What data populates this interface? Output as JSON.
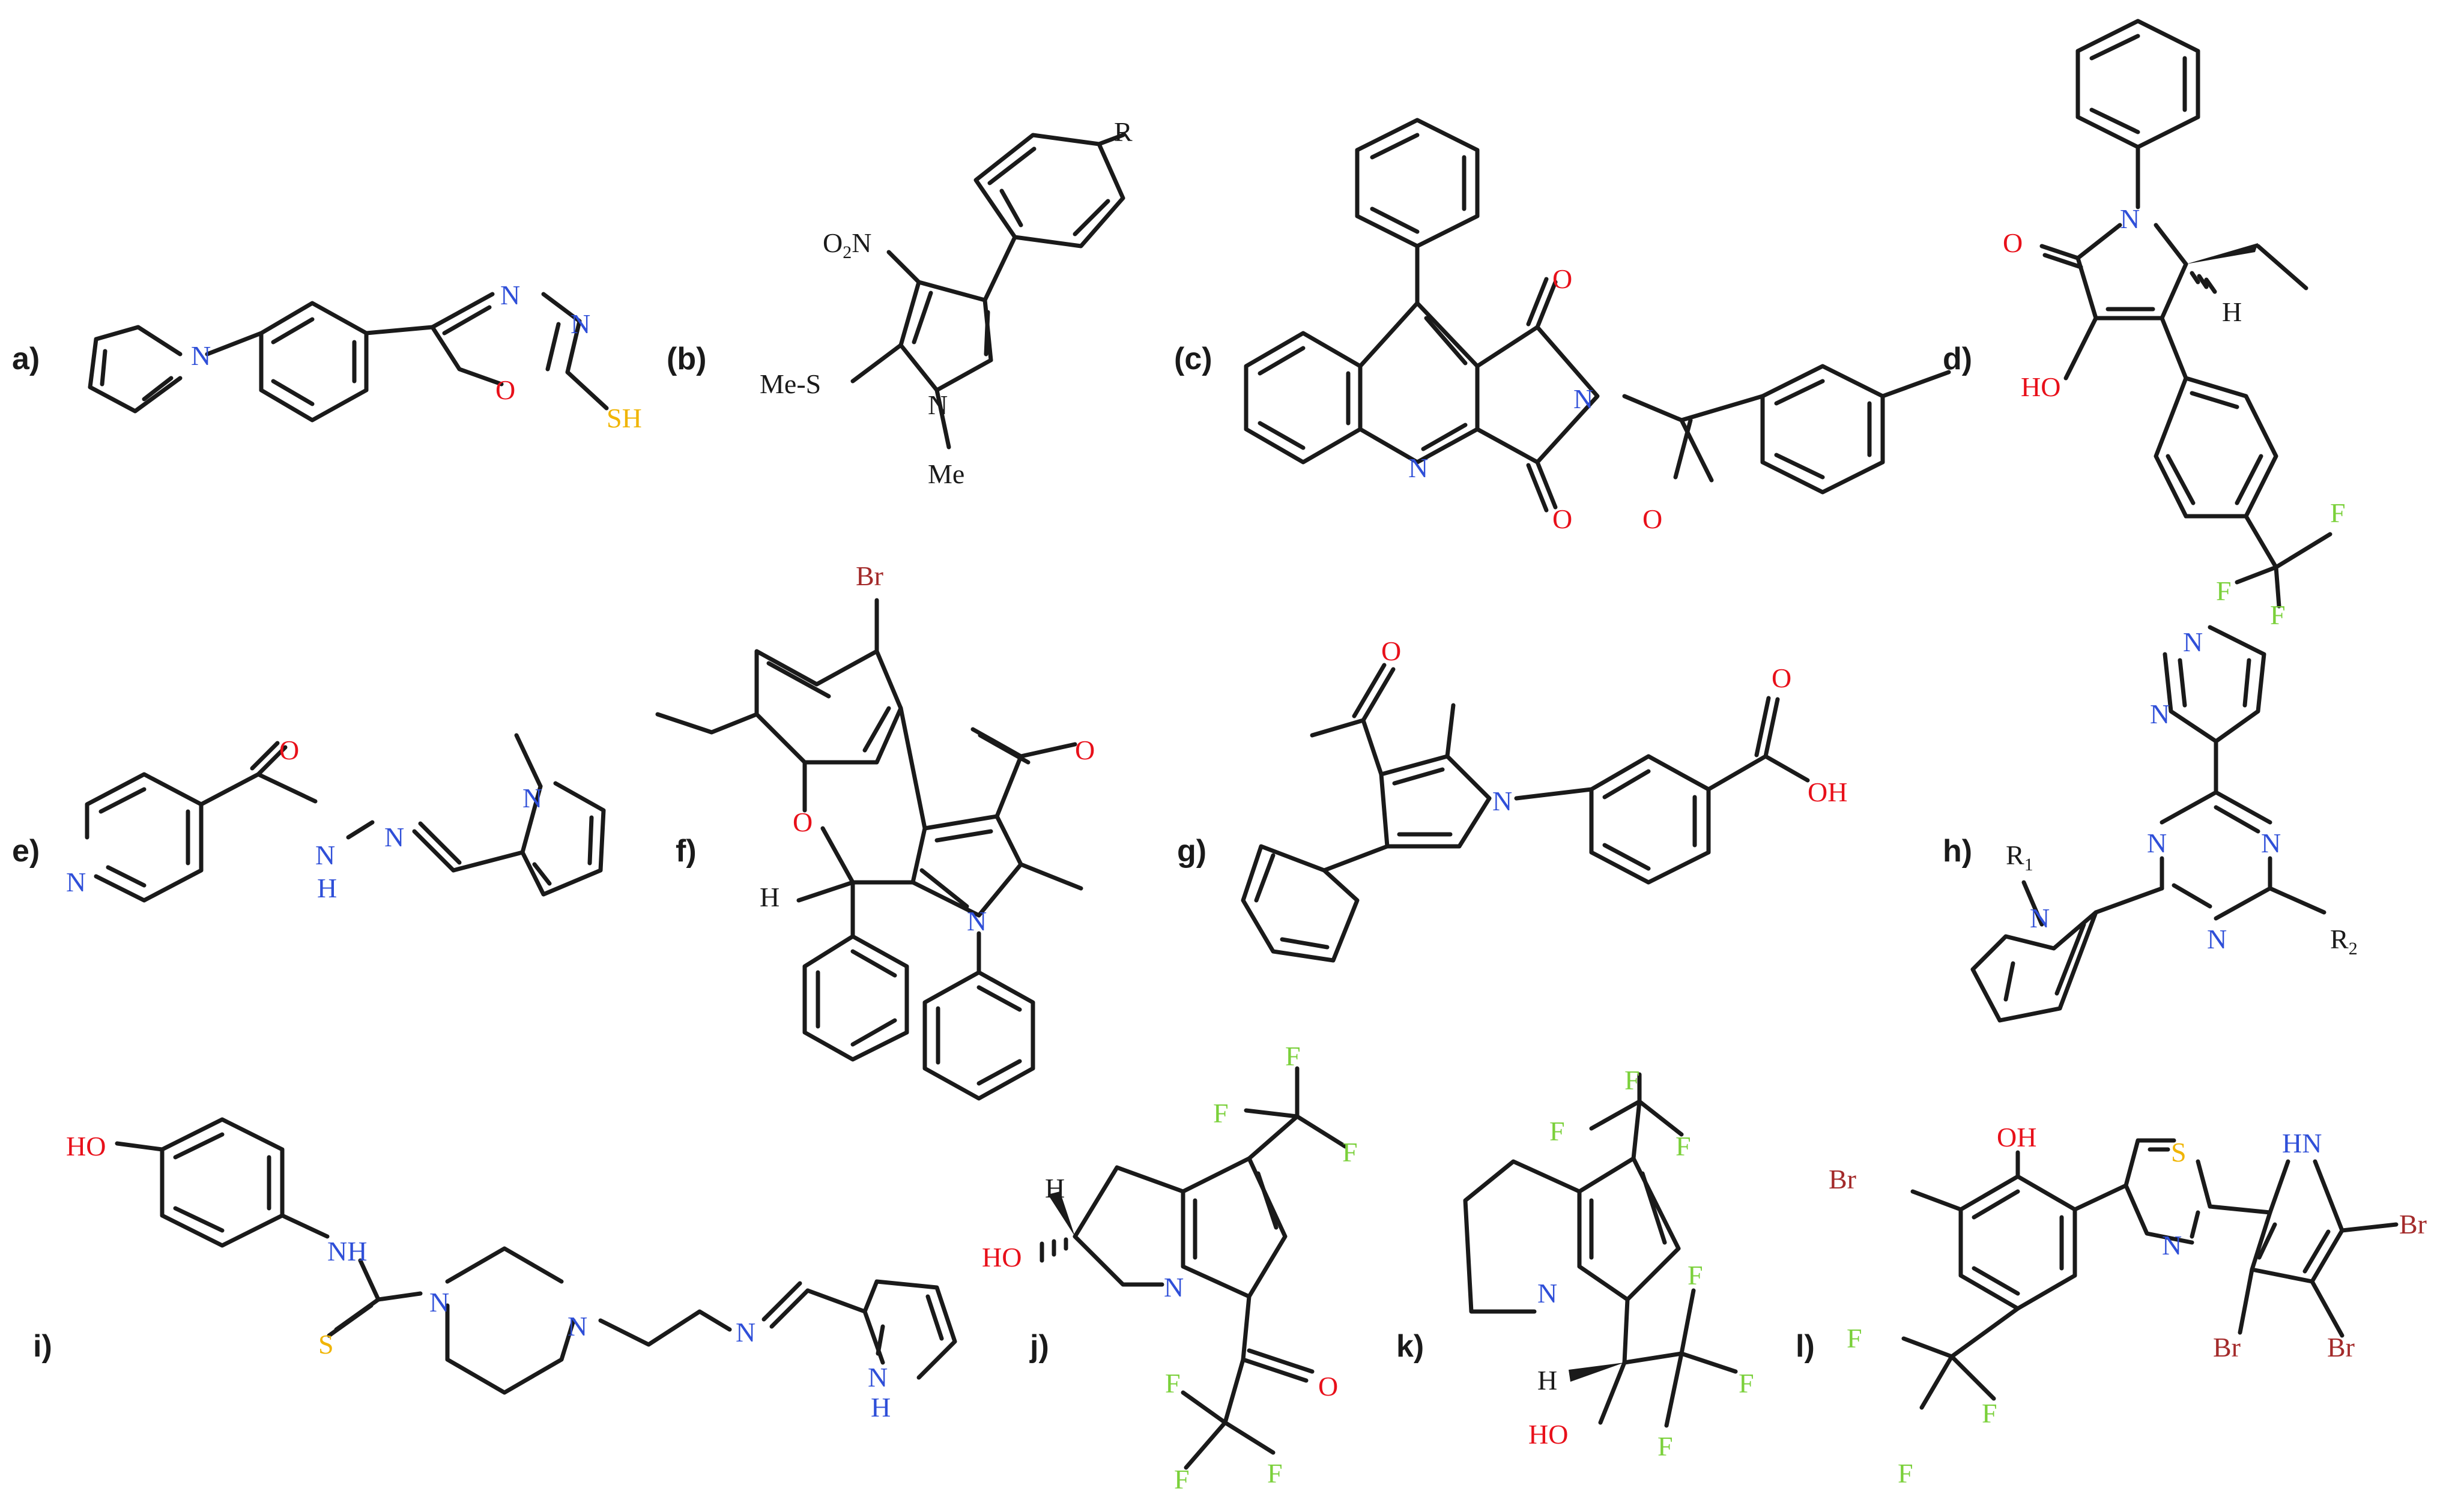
{
  "colors": {
    "bond": "#1a1a1a",
    "N": "#2f4fd8",
    "O": "#e8101a",
    "S": "#f0b400",
    "F": "#7ad03a",
    "Br": "#a32a2a",
    "C": "#1a1a1a"
  },
  "labels": {
    "a": "a)",
    "b": "(b)",
    "c": "(c)",
    "d": "d)",
    "e": "e)",
    "f": "f)",
    "g": "g)",
    "h": "h)",
    "i": "i)",
    "j": "j)",
    "k": "k)",
    "l": "l)"
  },
  "atoms": {
    "N": "N",
    "O": "O",
    "S": "S",
    "H": "H",
    "F": "F",
    "Br": "Br",
    "SH": "SH",
    "HO": "HO",
    "OH": "OH",
    "NH": "NH",
    "HN": "HN",
    "Me": "Me",
    "MeS": "Me-S",
    "O2N": "O",
    "O2N_sub": "2",
    "O2N_N": "N",
    "R": "R",
    "R1": "R",
    "R1_sub": "1",
    "R2": "R",
    "R2_sub": "2"
  }
}
